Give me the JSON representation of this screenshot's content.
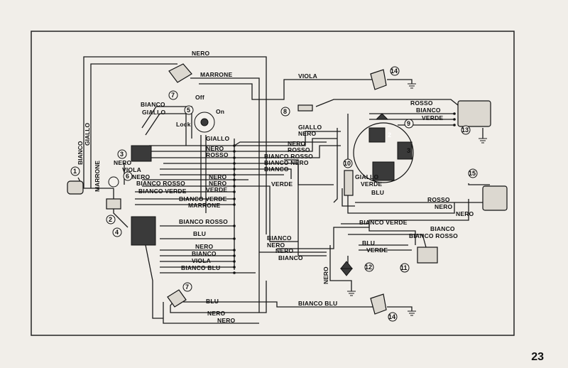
{
  "page_number": "23",
  "switch": {
    "off": "Off",
    "on": "On",
    "lock": "Lock"
  },
  "components": [
    "1",
    "2",
    "3",
    "4",
    "5",
    "6",
    "7",
    "7",
    "8",
    "9",
    "10",
    "11",
    "12",
    "13",
    "14",
    "14",
    "15"
  ],
  "flywheel_marks": [
    "2",
    "3"
  ],
  "labels": {
    "nero_top": "NERO",
    "marrone_top": "MARRONE",
    "viola_top": "VIOLA",
    "bianco_a": "BIANCO",
    "giallo_a": "GIALLO",
    "bianco_v": "BIANCO",
    "giallo_v": "GIALLO",
    "marrone_v": "MARRONE",
    "nero_3": "NERO",
    "viola_3": "VIOLA",
    "nero_6": "NERO",
    "bianco_rosso_6": "BIANCO ROSSO",
    "bianco_verde_6": "BIANCO VERDE",
    "giallo_bus": "GIALLO",
    "nero_bus": "NERO",
    "rosso_bus": "ROSSO",
    "giallo_mid": "GIALLO",
    "nero_mid": "NERO",
    "nero_mid2": "NERO",
    "rosso_mid": "ROSSO",
    "bianco_rosso_mid": "BIANCO ROSSO",
    "bianco_nero_mid": "BIANCO NERO",
    "bianco_mid": "BIANCO",
    "nero_mid3": "NERO",
    "nero_mid4": "NERO",
    "verde_mid": "VERDE",
    "verde_mid2": "VERDE",
    "bianco_verde_mid": "BIANCO VERDE",
    "marrone_mid": "MARRONE",
    "bianco_rosso_low": "BIANCO ROSSO",
    "blu_low": "BLU",
    "nero_low": "NERO",
    "bianco_low": "BIANCO",
    "viola_low": "VIOLA",
    "bianco_blu_low": "BIANCO BLU",
    "bianco_low2": "BIANCO",
    "nero_low2": "NERO",
    "nero_low3": "NERO",
    "bianco_low3": "BIANCO",
    "rosso_13": "ROSSO",
    "bianco_13": "BIANCO",
    "verde_13": "VERDE",
    "giallo_10": "GIALLO",
    "verde_10": "VERDE",
    "blu_10": "BLU",
    "rosso_15": "ROSSO",
    "nero_15": "NERO",
    "nero_15b": "NERO",
    "bianco_verde_r": "BIANCO VERDE",
    "bianco_11": "BIANCO",
    "bianco_rosso_11": "BIANCO ROSSO",
    "blu_11": "BLU",
    "verde_11": "VERDE",
    "nero_v12": "NERO",
    "blu_bottom": "BLU",
    "nero_bottom": "NERO",
    "nero_bottom2": "NERO",
    "bianco_blu_bottom": "BIANCO BLU"
  }
}
